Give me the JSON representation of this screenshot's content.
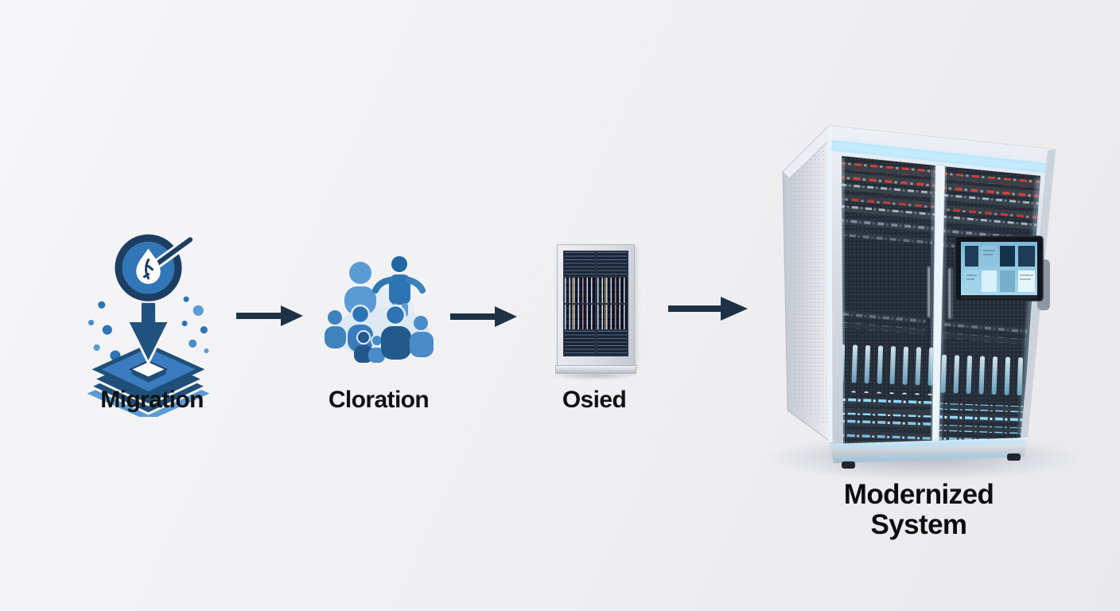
{
  "diagram": {
    "title_not_shown": null,
    "type": "process-flow",
    "flow": {
      "steps": [
        {
          "label": "Migration",
          "icon": "migration-platform-icon"
        },
        {
          "label": "Cloration",
          "icon": "people-group-icon"
        },
        {
          "label": "Osied",
          "icon": "legacy-server-icon"
        },
        {
          "label": "Modernized System",
          "line1": "Modernized",
          "line2": "System",
          "icon": "modern-server-rack-icon"
        }
      ],
      "arrow_count": 3
    },
    "palette": {
      "background": "#f1f1f3",
      "arrow_navy": "#1d3345",
      "icon_navy": "#1f4e79",
      "icon_blue": "#2e74b5",
      "icon_light_blue": "#5b9bd5",
      "label_text": "#121212",
      "rack_glow_blue": "#aee4ff",
      "rack_frame_silver": "#dfe3e8",
      "rack_mesh_dark": "#232b36",
      "led_red": "#c8453a",
      "led_blue": "#8fd9ff"
    }
  }
}
